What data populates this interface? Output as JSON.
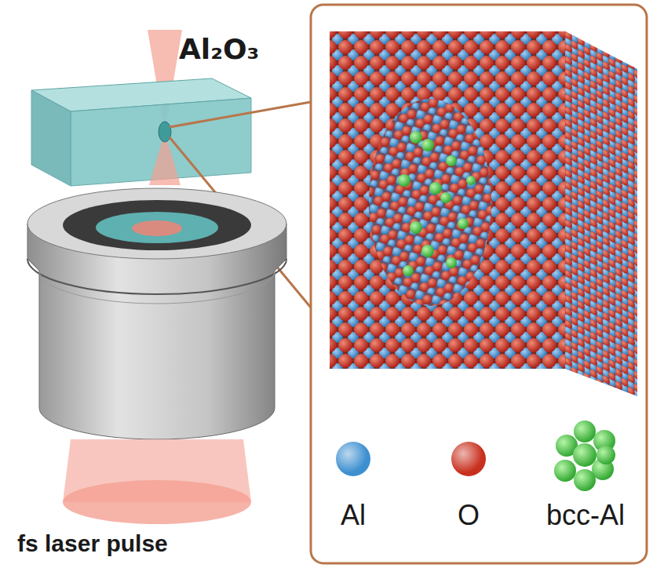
{
  "diagram": {
    "labels": [
      "Al₂O₃",
      "fs laser pulse"
    ],
    "legend": [
      {
        "text": "Al",
        "color": "#3d8fd0"
      },
      {
        "text": "O",
        "color": "#c8301e"
      },
      {
        "text": "bcc-Al"
      }
    ]
  }
}
